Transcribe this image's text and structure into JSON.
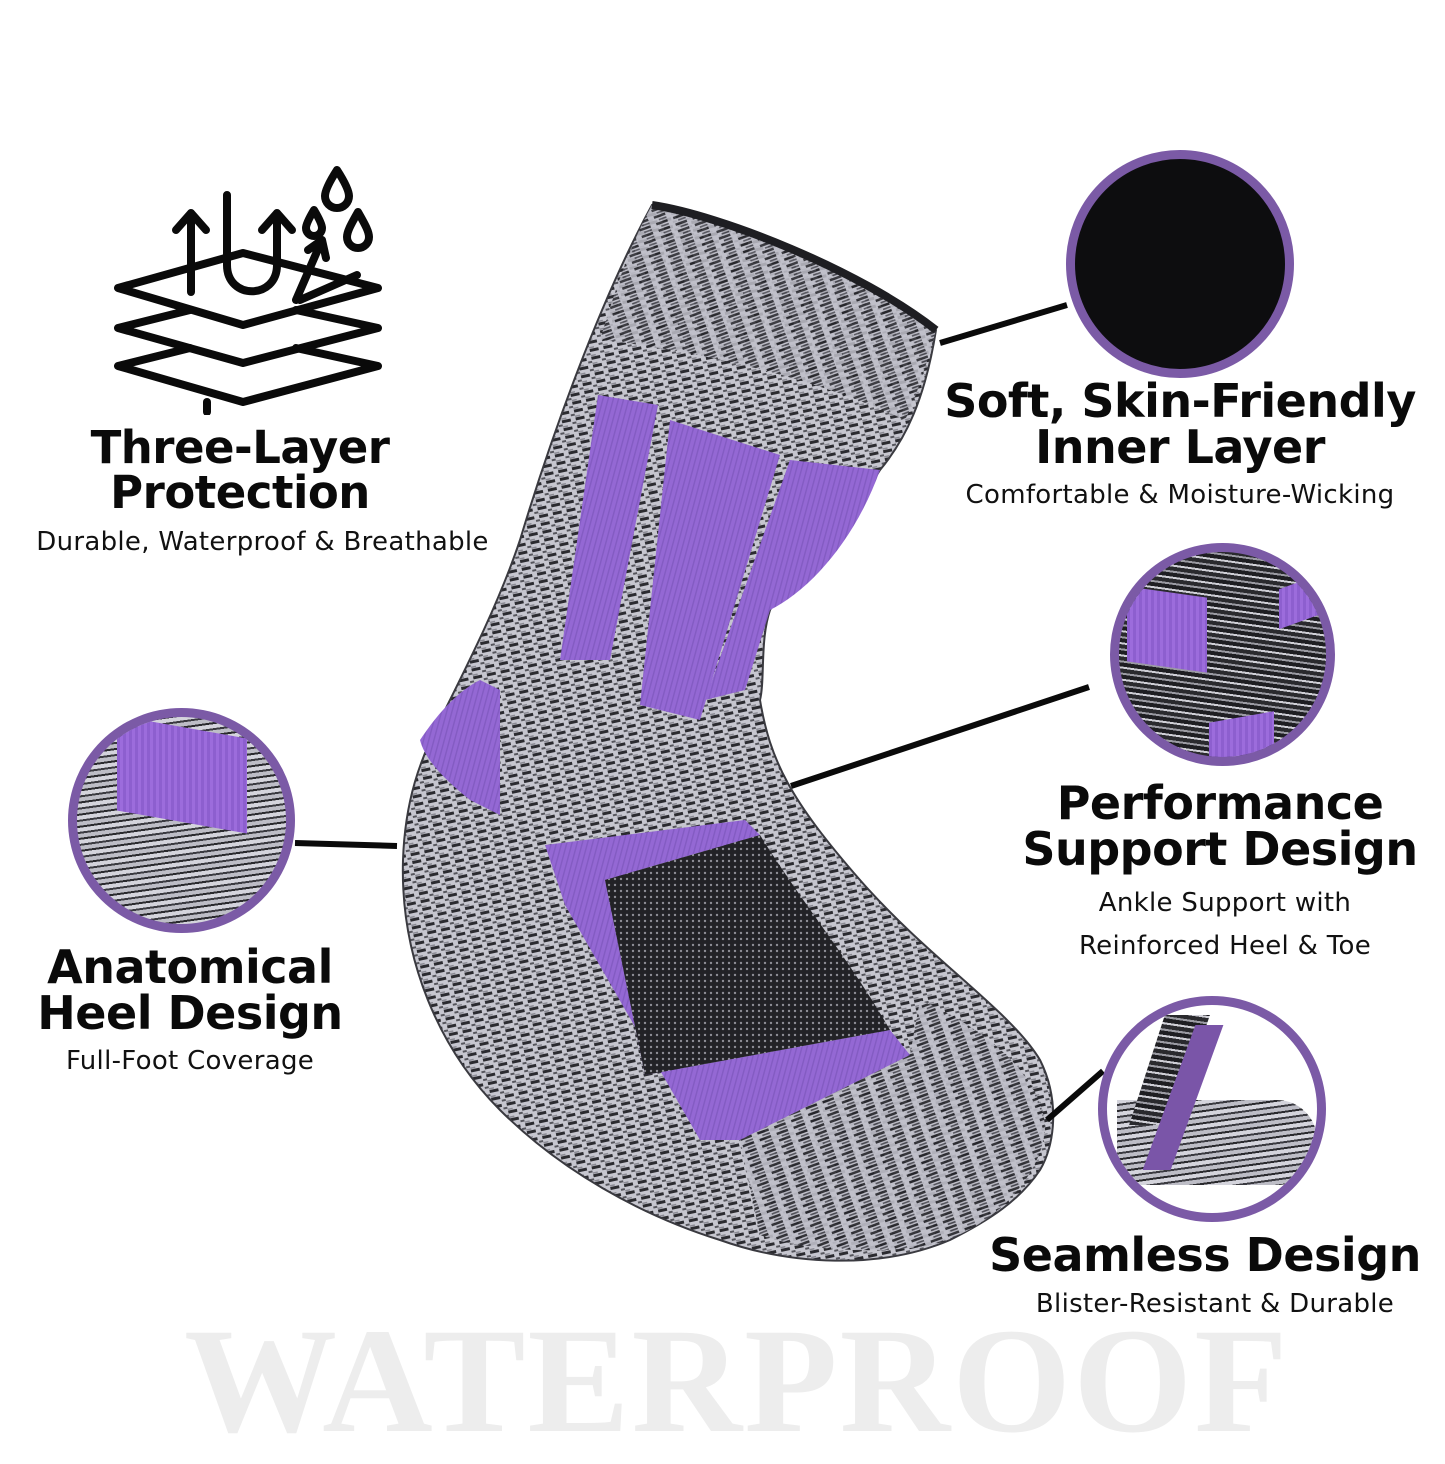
{
  "watermark": "WATERPROOF",
  "colors": {
    "accent_purple": "#7b5aa6",
    "sock_purple": "#9468d4",
    "sock_gray_light": "#c9c9d2",
    "sock_gray_dark": "#2b2b30",
    "text": "#0a0a0a",
    "watermark": "#ededed"
  },
  "features": [
    {
      "id": "three-layer",
      "icon": "three-layer-waterproof-icon",
      "title_lines": [
        "Three-Layer",
        "Protection"
      ],
      "subtitle_lines": [
        "Durable, Waterproof & Breathable"
      ]
    },
    {
      "id": "inner-layer",
      "icon": "inner-layer-closeup",
      "title_lines": [
        "Soft, Skin-Friendly",
        "Inner Layer"
      ],
      "subtitle_lines": [
        "Comfortable & Moisture-Wicking"
      ]
    },
    {
      "id": "performance-support",
      "icon": "ankle-closeup",
      "title_lines": [
        "Performance",
        "Support Design"
      ],
      "subtitle_lines": [
        "Ankle Support with",
        "Reinforced Heel & Toe"
      ]
    },
    {
      "id": "anatomical-heel",
      "icon": "heel-closeup",
      "title_lines": [
        "Anatomical",
        "Heel Design"
      ],
      "subtitle_lines": [
        "Full-Foot Coverage"
      ]
    },
    {
      "id": "seamless",
      "icon": "toe-closeup",
      "title_lines": [
        "Seamless Design"
      ],
      "subtitle_lines": [
        "Blister-Resistant & Durable"
      ]
    }
  ]
}
